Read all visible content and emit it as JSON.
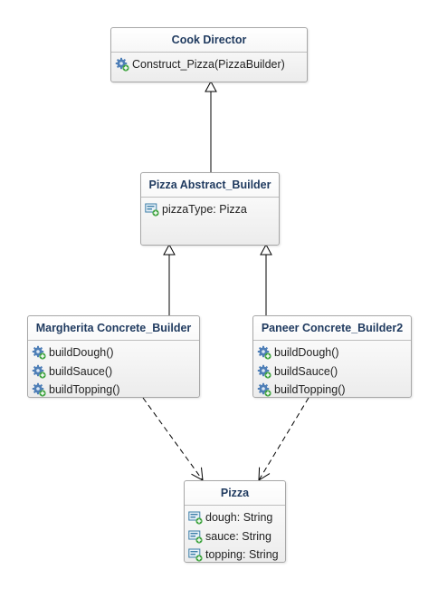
{
  "classes": [
    {
      "id": "cook-director",
      "name": "Cook Director",
      "members": [
        {
          "kind": "method",
          "text": "Construct_Pizza(PizzaBuilder)"
        }
      ]
    },
    {
      "id": "pizza-abstract-builder",
      "name": "Pizza Abstract_Builder",
      "members": [
        {
          "kind": "field",
          "text": "pizzaType: Pizza"
        }
      ]
    },
    {
      "id": "margherita-concrete-builder",
      "name": "Margherita Concrete_Builder",
      "members": [
        {
          "kind": "method",
          "text": "buildDough()"
        },
        {
          "kind": "method",
          "text": "buildSauce()"
        },
        {
          "kind": "method",
          "text": "buildTopping()"
        }
      ]
    },
    {
      "id": "paneer-concrete-builder2",
      "name": "Paneer Concrete_Builder2",
      "members": [
        {
          "kind": "method",
          "text": "buildDough()"
        },
        {
          "kind": "method",
          "text": "buildSauce()"
        },
        {
          "kind": "method",
          "text": "buildTopping()"
        }
      ]
    },
    {
      "id": "pizza",
      "name": "Pizza",
      "members": [
        {
          "kind": "field",
          "text": "dough: String"
        },
        {
          "kind": "field",
          "text": "sauce: String"
        },
        {
          "kind": "field",
          "text": "topping: String"
        }
      ]
    }
  ],
  "relations": [
    {
      "type": "generalization",
      "from": "pizza-abstract-builder",
      "to": "cook-director"
    },
    {
      "type": "generalization",
      "from": "margherita-concrete-builder",
      "to": "pizza-abstract-builder"
    },
    {
      "type": "generalization",
      "from": "paneer-concrete-builder2",
      "to": "pizza-abstract-builder"
    },
    {
      "type": "dependency",
      "from": "margherita-concrete-builder",
      "to": "pizza"
    },
    {
      "type": "dependency",
      "from": "paneer-concrete-builder2",
      "to": "pizza"
    }
  ],
  "icons": {
    "method": "method-gear-icon",
    "field": "field-icon"
  },
  "colors": {
    "title": "#1f3a5f",
    "border": "#a7a7a7",
    "line": "#000000"
  }
}
